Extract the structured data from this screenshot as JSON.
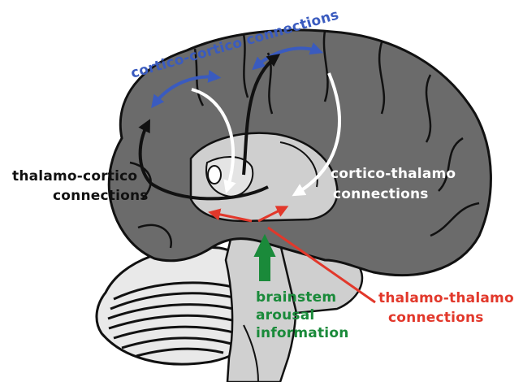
{
  "labels": {
    "cortico_cortico": "cortico-cortico connections",
    "thalamo_cortico": [
      "thalamo-cortico",
      "connections"
    ],
    "cortico_thalamo": [
      "cortico-thalamo",
      "connections"
    ],
    "brainstem": [
      "brainstem",
      "arousal",
      "information"
    ],
    "thalamo_thalamo": [
      "thalamo-thalamo",
      "connections"
    ]
  },
  "colors": {
    "cortico_cortico": "#3a5bbf",
    "thalamo_cortico": "#111111",
    "cortico_thalamo": "#ffffff",
    "brainstem": "#1a8a3a",
    "thalamo_thalamo": "#e2382b",
    "cortex_fill": "#6b6b6b",
    "subcortical_fill": "#bdbdbd"
  }
}
